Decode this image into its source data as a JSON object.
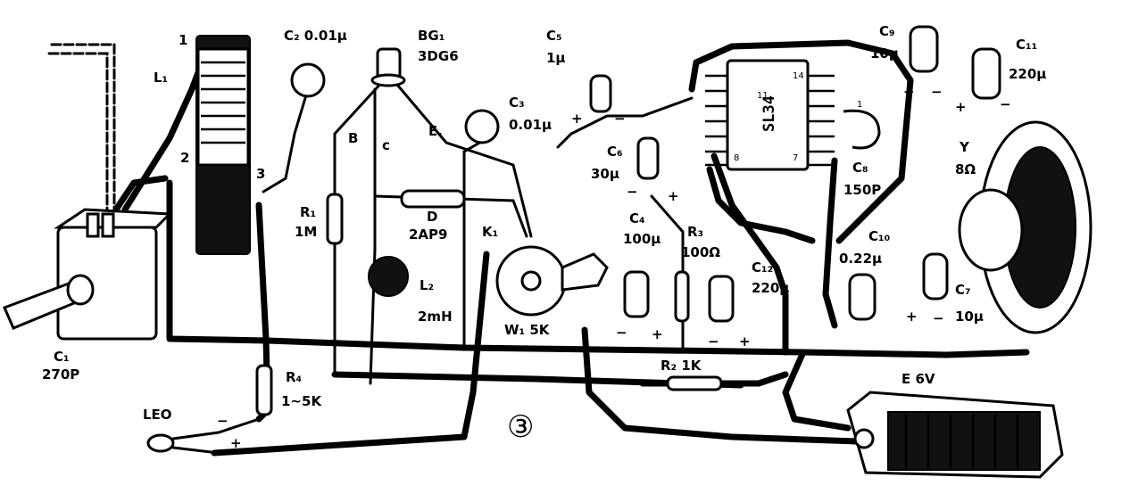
{
  "labels": {
    "c1": "C₁",
    "c1_val": "270P",
    "l1": "L₁",
    "l1_pin1": "1",
    "l1_pin2": "2",
    "l1_pin3": "3",
    "c2": "C₂ 0.01μ",
    "bg1": "BG₁",
    "bg1_type": "3DG6",
    "pin_b": "B",
    "pin_c": "c",
    "pin_e": "E.",
    "r1": "R₁",
    "r1_val": "1M",
    "d": "D",
    "d_type": "2AP9",
    "l2": "L₂",
    "l2_val": "2mH",
    "c5": "C₅",
    "c5_val": "1μ",
    "c3": "C₃",
    "c3_val": "0.01μ",
    "c6": "C₆",
    "c6_val": "30μ",
    "k1": "K₁",
    "w1": "W₁ 5K",
    "c4": "C₄",
    "c4_val": "100μ",
    "r3": "R₃",
    "r3_val": "100Ω",
    "c12": "C₁₂",
    "c12_val": "220μ",
    "r2": "R₂ 1K",
    "ic": "SL34",
    "ic_pin14": "14",
    "ic_pin11": "11",
    "ic_pin8": "8",
    "ic_pin7": "7",
    "ic_pin1": "1",
    "c9": "C₉",
    "c9_val": "10μ",
    "c11": "C₁₁",
    "c11_val": "220μ",
    "y": "Y",
    "y_val": "8Ω",
    "c8": "C₈",
    "c8_val": "150P",
    "c10": "C₁₀",
    "c10_val": "0.22μ",
    "c7": "C₇",
    "c7_val": "10μ",
    "battery": "E  6V",
    "r4": "R₄",
    "r4_val": "1~5K",
    "led": "LEO",
    "figure_no": "③",
    "minus": "−",
    "plus": "+"
  }
}
